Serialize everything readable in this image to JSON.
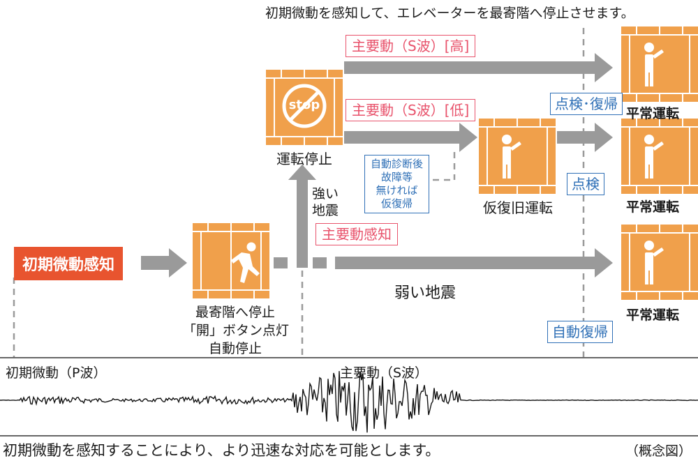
{
  "header_caption": "初期微動を感知して、エレベーターを最寄階へ停止させます。",
  "footer_caption": "初期微動を感知することにより、より迅速な対応を可能とします。",
  "footer_note": "（概念図）",
  "colors": {
    "orange": "#f0a04b",
    "red_label": "#e8542f",
    "pink": "#e8526b",
    "blue": "#2e6fb6",
    "arrow_gray": "#9a9a9a"
  },
  "labels": {
    "initial_detect": "初期微動感知",
    "nearest_floor_line1": "最寄階へ停止",
    "nearest_floor_line2": "「開」ボタン点灯",
    "nearest_floor_line3": "自動停止",
    "stop_sign": "stop",
    "operation_stop": "運転停止",
    "strong_quake_line1": "強い",
    "strong_quake_line2": "地震",
    "main_motion_detect": "主要動感知",
    "weak_quake": "弱い地震",
    "s_wave_high": "主要動（S波）[高]",
    "s_wave_low": "主要動（S波）[低]",
    "self_diag_line1": "自動診断後",
    "self_diag_line2": "故障等",
    "self_diag_line3": "無ければ",
    "self_diag_line4": "仮復帰",
    "temp_restore": "仮復旧運転",
    "inspect_restore": "点検･復帰",
    "inspect": "点検",
    "auto_restore": "自動復帰",
    "normal_op_1": "平常運転",
    "normal_op_2": "平常運転",
    "normal_op_3": "平常運転"
  },
  "waveform": {
    "p_wave_label": "初期微動（P波）",
    "s_wave_label": "主要動（S波）"
  }
}
